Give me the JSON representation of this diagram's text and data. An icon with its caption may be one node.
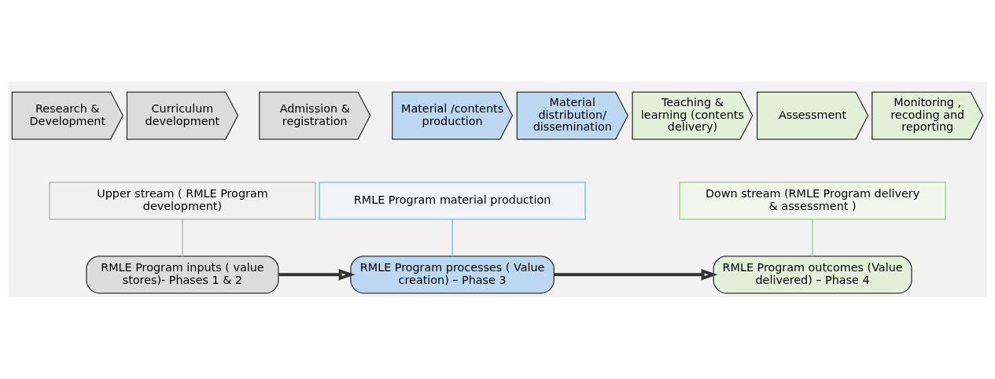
{
  "diagram": {
    "nodes": [
      {
        "text": [
          "Research & Development"
        ]
      },
      {
        "text": [
          "Curriculum development"
        ]
      },
      {
        "text": [
          "Admission & registration"
        ]
      },
      {
        "text": [
          "Material /contents production"
        ]
      },
      {
        "text": [
          "Material distribution/ dissemination"
        ]
      },
      {
        "text": [
          "Teaching & learning (contents delivery)"
        ]
      },
      {
        "text": [
          "Assessment"
        ]
      },
      {
        "text": [
          "Monitoring , recoding and reporting"
        ]
      },
      {
        "text": [
          "Upper stream ( RMLE Program development)"
        ]
      },
      {
        "text": [
          "RMLE Program material production"
        ]
      },
      {
        "text": [
          "Down stream (RMLE Program delivery & assessment )"
        ]
      },
      {
        "text": [
          "RMLE Program inputs ( value stores)- Phases 1 & 2"
        ]
      },
      {
        "text": [
          "RMLE Program processes ( Value creation) – Phase 3"
        ]
      },
      {
        "text": [
          "RMLE Program outcomes (Value delivered) – Phase 4"
        ]
      }
    ],
    "edges": [
      {
        "from": 8,
        "to": 11,
        "arrow": "none",
        "color": "#b0b0b0"
      },
      {
        "from": 9,
        "to": 12,
        "arrow": "none",
        "color": "#7fb2e0"
      },
      {
        "from": 10,
        "to": 13,
        "arrow": "none",
        "color": "#9cc97f"
      },
      {
        "from": 11,
        "to": 12,
        "arrow": "to",
        "style": "thick"
      },
      {
        "from": 12,
        "to": 13,
        "arrow": "to",
        "style": "thick"
      }
    ]
  }
}
